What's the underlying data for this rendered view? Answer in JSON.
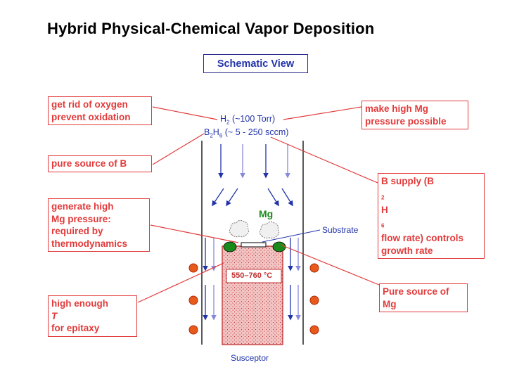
{
  "title": "Hybrid Physical-Chemical Vapor Deposition",
  "schematic_label": "Schematic View",
  "gas": {
    "h2_main": "H",
    "h2_sub": "2",
    "h2_rest": " (~100 Torr)",
    "b2h6_b": "B",
    "b2h6_sub1": "2",
    "b2h6_h": "H",
    "b2h6_sub2": "6",
    "b2h6_rest": " (~ 5 - 250 sccm)"
  },
  "labels": {
    "mg": "Mg",
    "substrate": "Substrate",
    "temperature": "550–760 °C",
    "susceptor": "Susceptor"
  },
  "notes": {
    "oxygen_line1": "get rid of oxygen",
    "oxygen_line2": "prevent oxidation",
    "pure_b": "pure source of B",
    "gen_mg_line1": "generate high",
    "gen_mg_line2": "Mg pressure:",
    "gen_mg_line3": "required by",
    "gen_mg_line4": "thermodynamics",
    "high_t_pre": "high enough ",
    "high_t_italic": "T",
    "high_t_line2": "for epitaxy",
    "high_mg_line1": "make high Mg",
    "high_mg_line2": "pressure possible",
    "b_supply_pre": "B supply (B",
    "b_supply_sub1": "2",
    "b_supply_h": "H",
    "b_supply_sub2": "6",
    "b_supply_line2": "flow rate) controls",
    "b_supply_line3": "growth rate",
    "pure_mg_line1": "Pure source of",
    "pure_mg_line2": "Mg"
  },
  "colors": {
    "note_red": "#e23a3a",
    "flow_blue": "#2233aa",
    "mg_green": "#1a8a1a",
    "susceptor_pink": "#e8b0b0",
    "heater_orange": "#e85a1a"
  }
}
